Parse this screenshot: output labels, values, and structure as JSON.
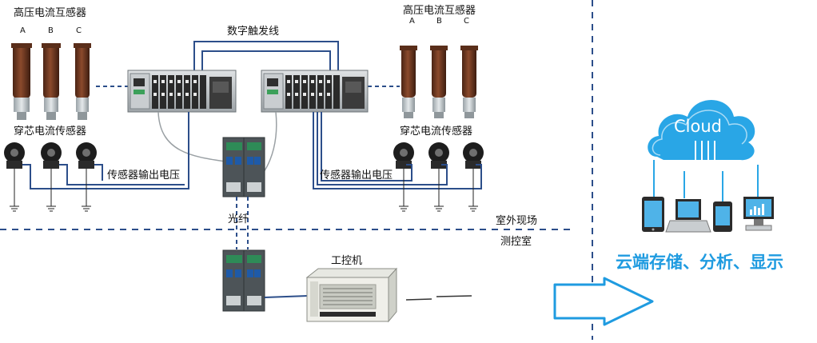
{
  "left_site": {
    "hv_ct_title": "高压电流互感器",
    "phase_labels": [
      "A",
      "B",
      "C"
    ],
    "core_ct_title": "穿芯电流传感器",
    "sensor_output_label": "传感器输出电压"
  },
  "right_site": {
    "hv_ct_title": "高压电流互感器",
    "phase_labels": [
      "A",
      "B",
      "C"
    ],
    "core_ct_title": "穿芯电流传感器",
    "sensor_output_label": "传感器输出电压"
  },
  "trigger_line_label": "数字触发线",
  "fiber_label": "光纤",
  "outdoor_label": "室外现场",
  "control_room_label": "测控室",
  "ipc_label": "工控机",
  "cloud": {
    "label": "Cloud",
    "banner": "云端存储、分析、显示"
  },
  "colors": {
    "cable": "#2c4e8a",
    "cloud": "#29a6e6",
    "arrow": "#1f9be0",
    "insulator": "#6e3a22",
    "divider": "#2c4e8a"
  },
  "icons": [
    "insulator-icon",
    "ct-sensor-icon",
    "ground-icon",
    "daq-chassis-icon",
    "media-converter-icon",
    "industrial-pc-icon",
    "cloud-icon",
    "tablet-icon",
    "laptop-icon",
    "phone-icon",
    "monitor-icon",
    "arrow-right-icon"
  ]
}
